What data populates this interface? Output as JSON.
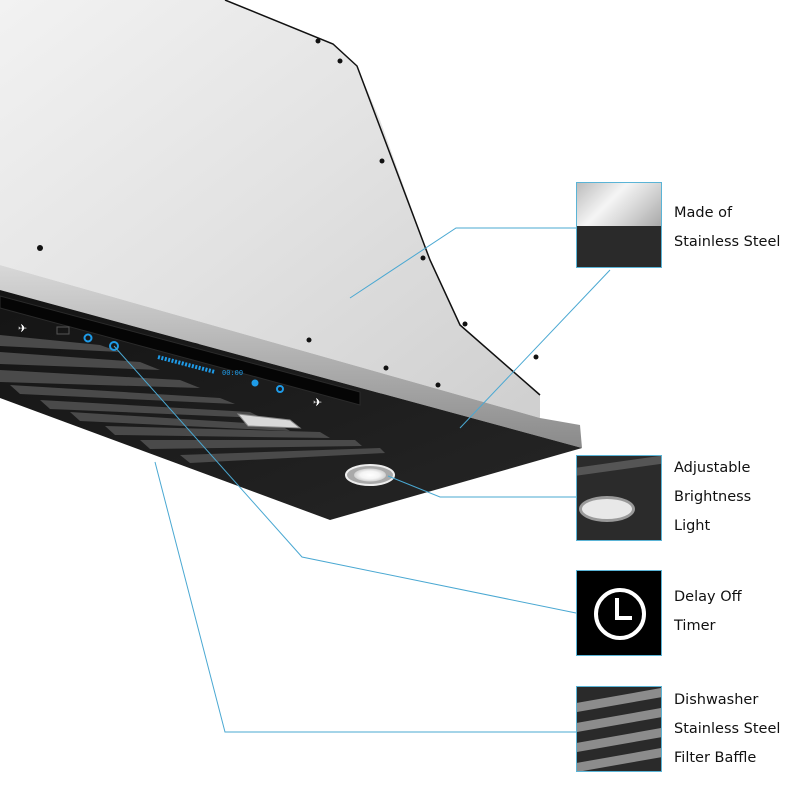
{
  "product": "Insert Range Hood",
  "colors": {
    "callout_line": "#4aa8d2",
    "steel_light": "#eeeeee",
    "steel_dark": "#b8b8b8",
    "panel_black": "#1a1a1a",
    "led_blue": "#1e9be8"
  },
  "control_panel": {
    "icons": [
      "brand-logo-icon",
      "power-icon",
      "timer-icon",
      "fan-speed-bar",
      "fan-icon",
      "light-icon",
      "brand-logo-icon"
    ],
    "display_text": "00:00"
  },
  "callouts": [
    {
      "id": "steel",
      "icon": "stainless-steel-swatch",
      "lines": [
        "Made of",
        "Stainless Steel"
      ]
    },
    {
      "id": "light",
      "icon": "led-light-thumbnail",
      "lines": [
        "Adjustable",
        "Brightness",
        "Light"
      ]
    },
    {
      "id": "timer",
      "icon": "clock-icon",
      "lines": [
        "Delay Off",
        "Timer"
      ]
    },
    {
      "id": "baffle",
      "icon": "baffle-filter-thumbnail",
      "lines": [
        "Dishwasher",
        "Stainless Steel",
        "Filter Baffle"
      ]
    }
  ]
}
